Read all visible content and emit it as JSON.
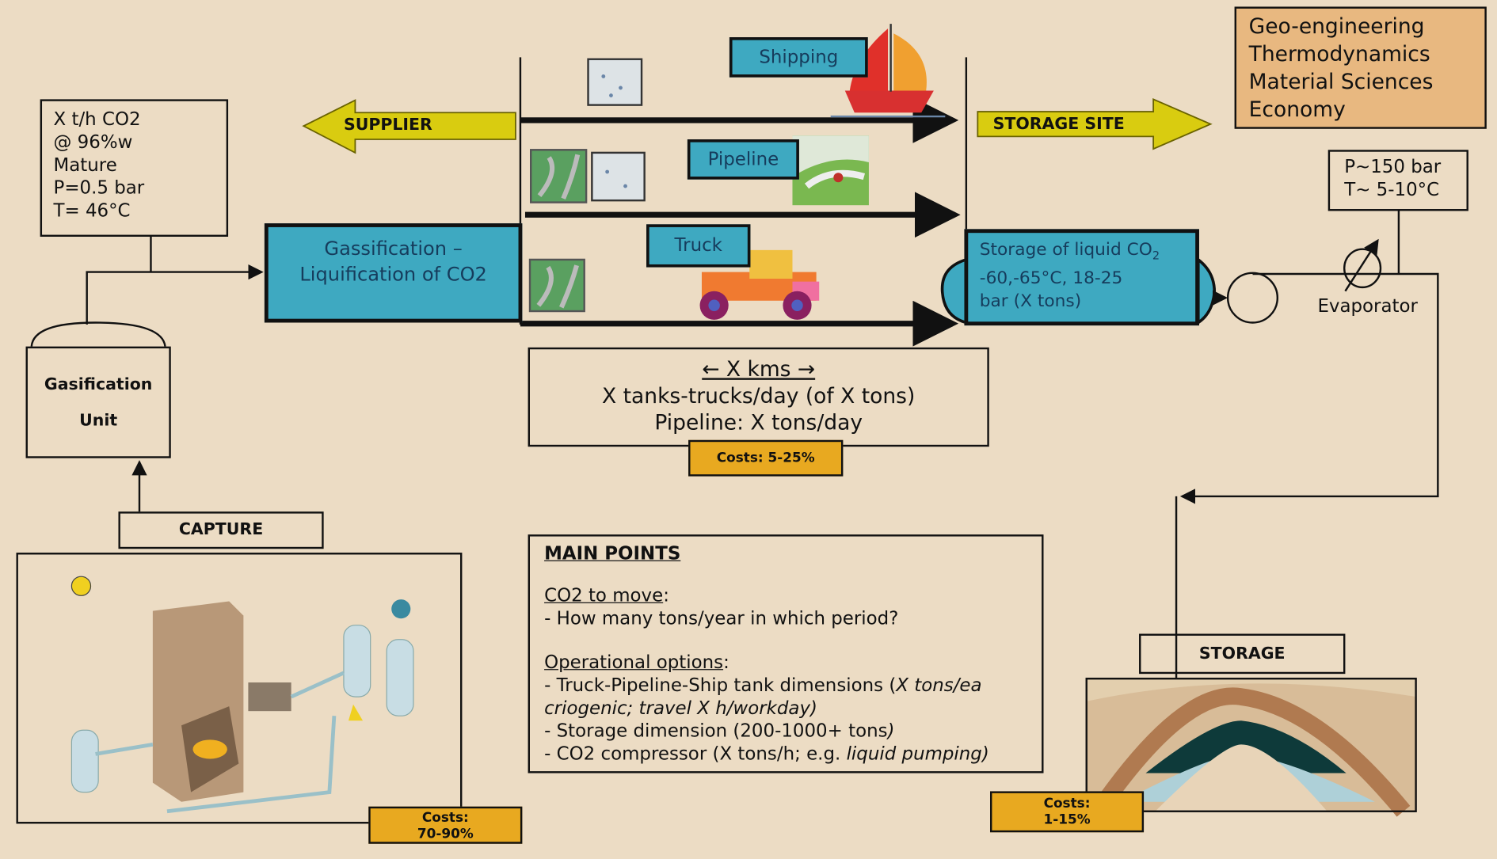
{
  "source_info": {
    "lines": [
      "X t/h CO2",
      "@ 96%w",
      "Mature",
      "P=0.5 bar",
      "T= 46°C"
    ]
  },
  "gasification_unit": {
    "line1": "Gasification",
    "line2": "Unit"
  },
  "capture": {
    "label": "CAPTURE",
    "costs_label": "Costs:",
    "costs_value": "70-90%"
  },
  "supplier": {
    "label": "SUPPLIER"
  },
  "storage_site": {
    "label": "STORAGE SITE"
  },
  "liquefaction": {
    "line1": "Gassification  –",
    "line2": "Liquification  of CO2"
  },
  "transport": {
    "shipping": "Shipping",
    "pipeline": "Pipeline",
    "truck": "Truck"
  },
  "storage_tank": {
    "line1": "Storage of liquid CO",
    "subscript": "2",
    "line2": " -60,-65°C, 18-25",
    "line3": "bar (X tons)"
  },
  "disciplines": [
    "Geo-engineering",
    "Thermodynamics",
    "Material Sciences",
    "Economy"
  ],
  "conditions": {
    "line1": "P~150 bar",
    "line2": "T~ 5-10°C"
  },
  "evaporator": {
    "label": "Evaporator"
  },
  "distance": {
    "line1": "←  X kms →",
    "line2": "X tanks-trucks/day (of X tons)",
    "line3": "Pipeline:  X tons/day",
    "costs": "Costs: 5-25%"
  },
  "main_points": {
    "title": "MAIN POINTS",
    "co2_heading": "CO2 to move",
    "co2_colon": ":",
    "co2_item": "- How many tons/year in which period?",
    "ops_heading": "Operational options",
    "ops_colon": ":",
    "ops_item1a": "- Truck-Pipeline-Ship tank dimensions (",
    "ops_item1b": "X tons/ea",
    "ops_item1c": "criogenic;  travel X h/workday)",
    "ops_item2a": "- Storage dimension (200-1000+ tons",
    "ops_item2b": ")",
    "ops_item3a": "- CO2 compressor (X tons/h; e.g. ",
    "ops_item3b": "liquid  pumping)"
  },
  "storage": {
    "label": "STORAGE",
    "costs_label": "Costs:",
    "costs_value": "1-15%"
  },
  "colors": {
    "background": "#ecdcc4",
    "teal": "#3ea9c1",
    "yellow_arrow": "#d9cc10",
    "costs": "#e8a920",
    "disciplines_bg": "#e8b880"
  }
}
